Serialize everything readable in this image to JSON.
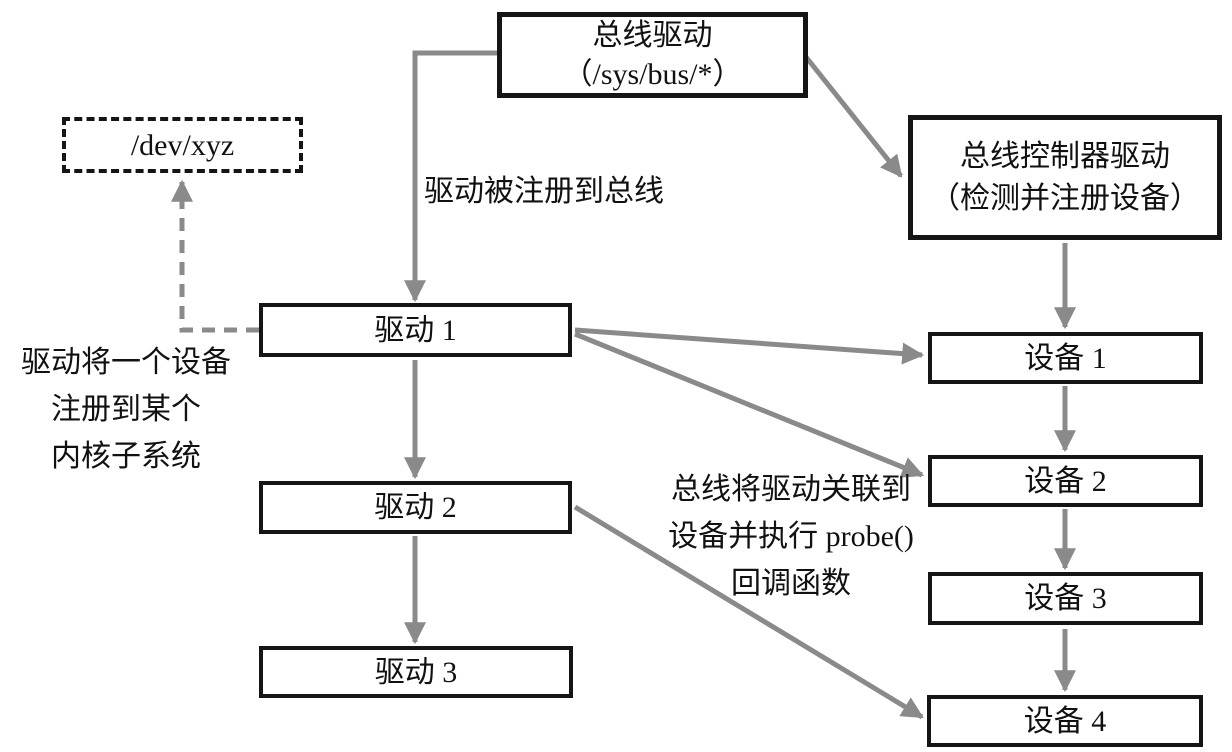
{
  "boxes": {
    "bus_driver": {
      "line1": "总线驱动",
      "line2": "（/sys/bus/*）"
    },
    "dev_node": {
      "label": "/dev/xyz"
    },
    "bus_controller": {
      "line1": "总线控制器驱动",
      "line2": "（检测并注册设备）"
    },
    "drivers": [
      {
        "label": "驱动 1"
      },
      {
        "label": "驱动 2"
      },
      {
        "label": "驱动 3"
      }
    ],
    "devices": [
      {
        "label": "设备 1"
      },
      {
        "label": "设备 2"
      },
      {
        "label": "设备 3"
      },
      {
        "label": "设备 4"
      }
    ]
  },
  "annotations": {
    "driver_registered_to_bus": "驱动被注册到总线",
    "driver_registers_device": {
      "line1": "驱动将一个设备",
      "line2": "注册到某个",
      "line3": "内核子系统"
    },
    "bus_binds_driver": {
      "line1": "总线将驱动关联到",
      "line2": "设备并执行 probe()",
      "line3": "回调函数"
    }
  },
  "colors": {
    "arrow": "#8a8a8a",
    "box_border": "#151515",
    "text": "#111111",
    "background": "#ffffff"
  }
}
